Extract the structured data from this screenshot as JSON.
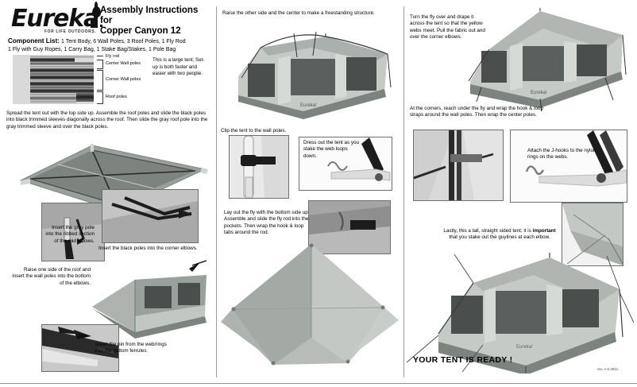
{
  "brand": {
    "name": "Eureka",
    "bang": "!",
    "period": ".",
    "tagline": "FOR LIFE OUTDOORS."
  },
  "header": {
    "title_line1": "Assembly Instructions for",
    "title_line2": "Copper Canyon 12"
  },
  "component_list": {
    "label": "Component List:",
    "line1": " 1 Tent Body, 6 Wall Poles, 3 Roof Poles,  1 Fly Rod",
    "line2": "1 Fly with Guy Ropes, 1 Carry Bag, 1 Stake Bag/Stakes, 1 Pole Bag"
  },
  "pole_legend": {
    "fly_rod": "Fly rod",
    "center_wall_poles": "Center Wall poles",
    "corner_wall_poles": "Corner Wall poles",
    "roof_poles": "Roof poles"
  },
  "side_note": "This is a large tent; Set-up is both faster and easier with two people.",
  "steps": {
    "spread_tent": "Spread the tent out with the top side up. Assemble the roof poles and slide the black poles into black trimmed sleeves diagonally across the roof. Then slide the gray roof pole into the gray trimmed sleeve and over the black poles.",
    "gray_pole": "Insert the gray pole into the ribbed section of the mid elbows.",
    "black_poles": "Insert the black poles into the corner elbows.",
    "raise_one_side": "Raise one side of the roof and insert the wall poles into the bottom of the elbows.",
    "insert_pin": "Insert the pin from the web/rings into the bottom ferrules.",
    "raise_other_side": "Raise the other side and the center to make a freestanding structure.",
    "clip_tent": "Clip the tent to the wall poles.",
    "dress_out": "Dress out the tent as you stake the web loops down.",
    "lay_out_fly": "Lay out the fly with the bottom side up.  Assemble and slide the fly rod into the pockets. Then wrap the hook & loop tabs around the rod.",
    "turn_fly_over": "Turn the fly over and drape it across the tent so that the yellow webs meet. Pull the fabric out and over the corner elbows.",
    "at_corners": "At the corners, reach under the fly and wrap the hook & loop straps around the wall poles. Then wrap the center poles.",
    "j_hooks": "Attach the J-hooks to the nylon rings on the webs.",
    "lastly_pre": "Lastly, this a tall, straight sided tent; it is ",
    "lastly_bold": "important",
    "lastly_post": " that you stake out the guylines at each elbow."
  },
  "footer": {
    "ready": "YOUR TENT IS READY !",
    "revision": "rev. A 6.2011"
  },
  "colors": {
    "page_bg": "#ffffff",
    "text": "#000000",
    "divider": "#9a9a9a",
    "tent_light": "#c9cdc9",
    "tent_mid": "#9aa09c",
    "tent_dark": "#5f6663",
    "mesh": "#4a4f4d",
    "pole_black": "#1c1c1c"
  }
}
